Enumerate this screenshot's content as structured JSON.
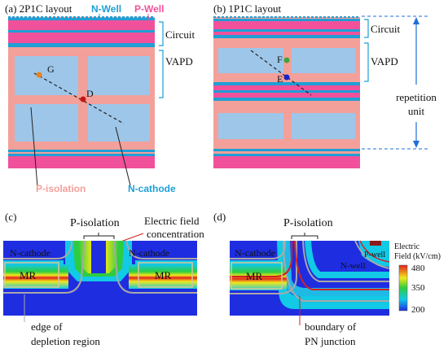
{
  "panel_a": {
    "title": "(a) 2P1C layout",
    "nwell": "N-Well",
    "pwell": "P-Well",
    "circuit": "Circuit",
    "vapd": "VAPD",
    "point_g": "G",
    "point_d": "D",
    "pisolation": "P-isolation",
    "ncathode": "N-cathode"
  },
  "panel_b": {
    "title": "(b) 1P1C layout",
    "circuit": "Circuit",
    "vapd": "VAPD",
    "point_f": "F",
    "point_e": "E",
    "repetition_line1": "repetition",
    "repetition_line2": "unit"
  },
  "panel_c": {
    "title": "(c)",
    "pisolation": "P-isolation",
    "ncathode_left": "N-cathode",
    "ncathode_right": "N-cathode",
    "mr_left": "MR",
    "mr_right": "MR",
    "efield_line1": "Electric field",
    "efield_line2": "concentration",
    "depletion_line1": "edge of",
    "depletion_line2": "depletion region"
  },
  "panel_d": {
    "title": "(d)",
    "pisolation": "P-isolation",
    "ncathode": "N-cathode",
    "nwell": "N-well",
    "pwell": "P-well",
    "mr": "MR",
    "pn_line1": "boundary of",
    "pn_line2": "PN junction"
  },
  "colorbar": {
    "title_line1": "Electric",
    "title_line2": "Field (kV/cm)",
    "tick_max": "480",
    "tick_mid": "350",
    "tick_min": "200"
  },
  "colors": {
    "pwell": "#f1519b",
    "nwell": "#1f9fd6",
    "pisolation": "#f4a09a",
    "ncathode": "#9dc6e9",
    "field_blue": "#1f2de0",
    "annotation_red": "#d42020"
  }
}
